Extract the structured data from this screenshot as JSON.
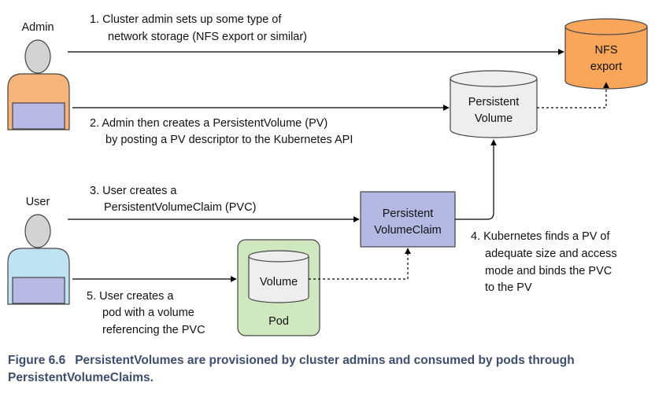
{
  "actors": {
    "admin": "Admin",
    "user": "User"
  },
  "nodes": {
    "nfs": [
      "NFS",
      "export"
    ],
    "pv": [
      "Persistent",
      "Volume"
    ],
    "pvc": [
      "Persistent",
      "VolumeClaim"
    ],
    "pod_volume": "Volume",
    "pod": "Pod"
  },
  "steps": {
    "step1": [
      "1. Cluster admin sets up some type of",
      "network storage (NFS export or similar)"
    ],
    "step2": [
      "2. Admin then creates a PersistentVolume (PV)",
      "by posting a PV descriptor to the Kubernetes API"
    ],
    "step3": [
      "3. User creates a",
      "PersistentVolumeClaim (PVC)"
    ],
    "step4": [
      "4. Kubernetes finds a PV of",
      "adequate size and access",
      "mode and binds the PVC",
      "to the PV"
    ],
    "step5": [
      "5. User creates a",
      "pod with a volume",
      "referencing the PVC"
    ]
  },
  "caption": {
    "number": "Figure 6.6",
    "text": "PersistentVolumes are provisioned by cluster admins and consumed by pods through PersistentVolumeClaims."
  },
  "colors": {
    "admin_shirt": "#f7b47a",
    "user_shirt": "#bfe3f0",
    "person_head": "#d3d3d3",
    "laptop": "#b9b9e6",
    "nfs": "#f9a55a",
    "pv": "#eeeeee",
    "pvc": "#b4b9e3",
    "pod": "#cfe8c0",
    "caption": "#3d4d6e"
  }
}
